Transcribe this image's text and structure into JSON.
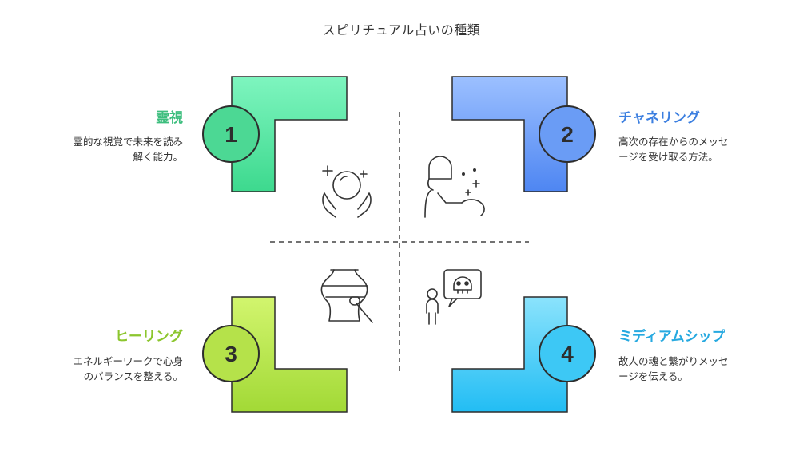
{
  "diagram": {
    "title": "スピリチュアル占いの種類",
    "colors": {
      "green": "#4ADE9A",
      "blue": "#6B9CF8",
      "lime": "#B7E04F",
      "cyan": "#3CC6F5",
      "green_text": "#3DBE7E",
      "blue_text": "#3C7FE0",
      "lime_text": "#8CC62E",
      "cyan_text": "#26A9E0"
    },
    "quadrants": [
      {
        "number": "1",
        "heading": "霊視",
        "description": [
          "霊的な視覚で未来を読み",
          "解く能力。"
        ],
        "icon": "crystal-ball-hands-icon"
      },
      {
        "number": "2",
        "heading": "チャネリング",
        "description": [
          "高次の存在からのメッセ",
          "ージを受け取る方法。"
        ],
        "icon": "channeler-icon"
      },
      {
        "number": "3",
        "heading": "ヒーリング",
        "description": [
          "エネルギーワークで心身",
          "のバランスを整える。"
        ],
        "icon": "vase-brush-icon"
      },
      {
        "number": "4",
        "heading": "ミディアムシップ",
        "description": [
          "故人の魂と繋がりメッセ",
          "ージを伝える。"
        ],
        "icon": "medium-skull-icon"
      }
    ]
  }
}
